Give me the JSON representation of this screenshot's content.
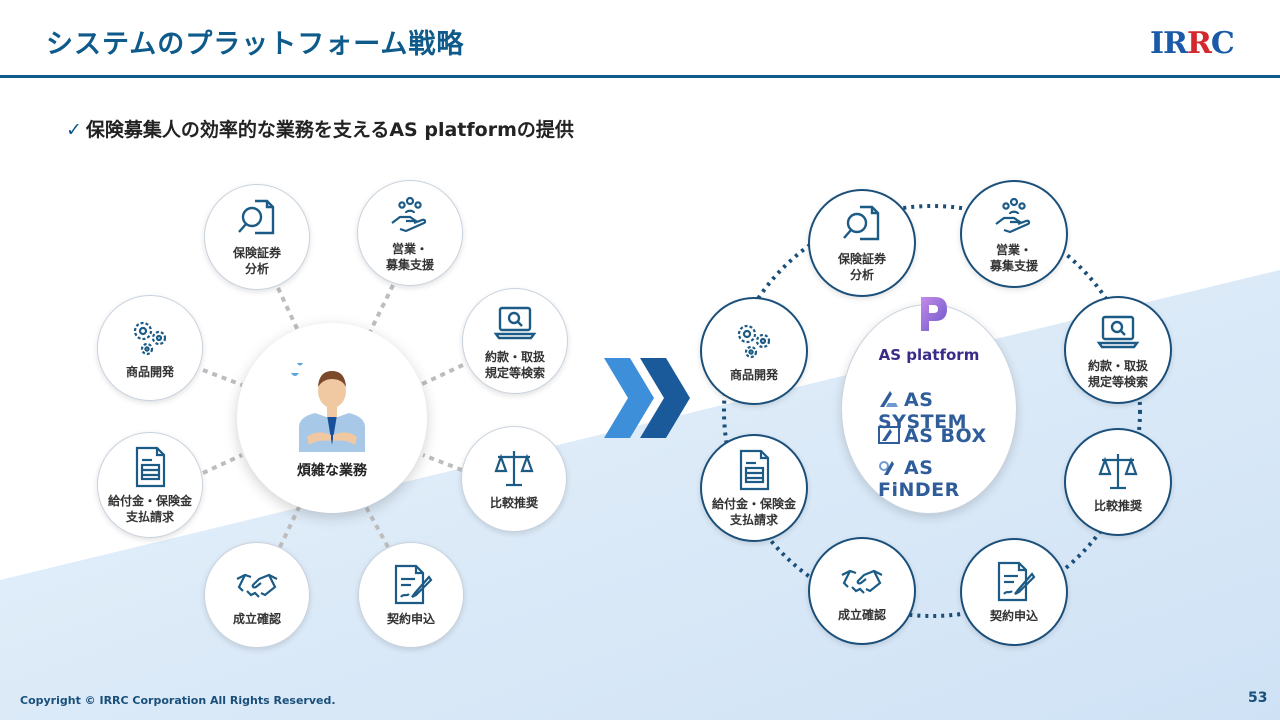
{
  "header": {
    "title": "システムのプラットフォーム戦略"
  },
  "logo": {
    "part1": "IR",
    "part2": "R",
    "part3": "C"
  },
  "subtitle": {
    "check": "✓",
    "text": "保険募集人の効率的な業務を支えるAS platformの提供"
  },
  "left": {
    "center_label": "煩雑な業務",
    "nodes": {
      "securities": {
        "label": "保険証券\n分析",
        "icon": "magnifier-document-icon"
      },
      "sales": {
        "label": "営業・\n募集支援",
        "icon": "hand-people-icon"
      },
      "terms": {
        "label": "約款・取扱\n規定等検索",
        "icon": "laptop-search-icon"
      },
      "products": {
        "label": "商品開発",
        "icon": "gears-icon"
      },
      "claims": {
        "label": "給付金・保険金\n支払請求",
        "icon": "form-document-icon"
      },
      "compare": {
        "label": "比較推奨",
        "icon": "scale-icon"
      },
      "contract": {
        "label": "成立確認",
        "icon": "handshake-icon"
      },
      "apply": {
        "label": "契約申込",
        "icon": "signing-document-icon"
      }
    }
  },
  "right": {
    "platform": {
      "name": "AS platform",
      "products": [
        "AS SYSTEM",
        "AS BOX",
        "AS FiNDER"
      ]
    },
    "nodes": {
      "securities": {
        "label": "保険証券\n分析"
      },
      "sales": {
        "label": "営業・\n募集支援"
      },
      "terms": {
        "label": "約款・取扱\n規定等検索"
      },
      "products": {
        "label": "商品開発"
      },
      "claims": {
        "label": "給付金・保険金\n支払請求"
      },
      "compare": {
        "label": "比較推奨"
      },
      "contract": {
        "label": "成立確認"
      },
      "apply": {
        "label": "契約申込"
      }
    }
  },
  "colors": {
    "primary": "#0e5a8a",
    "accent": "#3c8fd8",
    "ring": "#1a4f7a"
  },
  "footer": {
    "copyright": "Copyright © IRRC Corporation All Rights Reserved.",
    "page": "53"
  }
}
